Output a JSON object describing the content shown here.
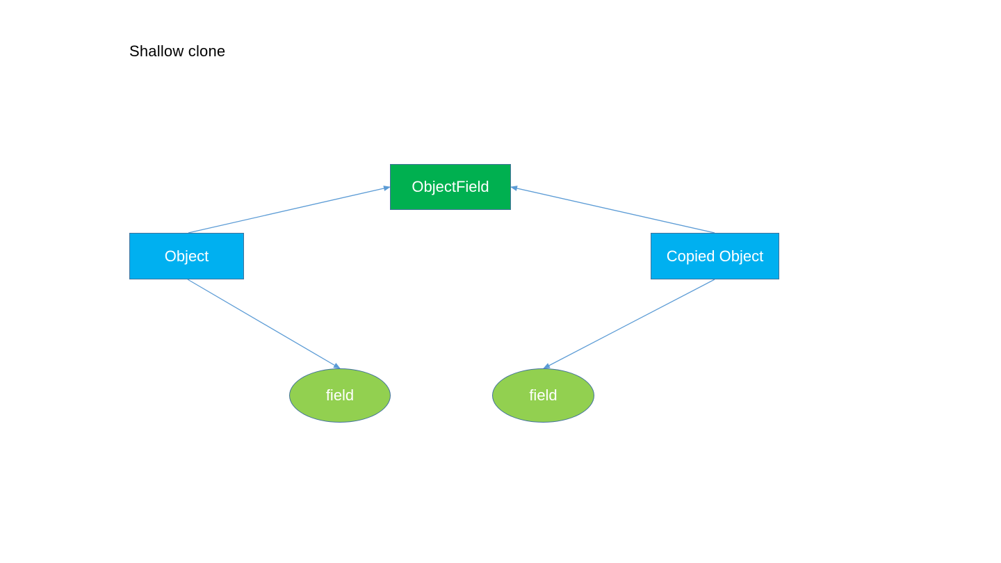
{
  "title": "Shallow clone",
  "colors": {
    "object_field_fill": "#00b050",
    "object_fill": "#00b0f0",
    "field_fill": "#92d050",
    "outline": "#41719c",
    "connector": "#5b9bd5"
  },
  "nodes": {
    "object_field": {
      "label": "ObjectField",
      "shape": "rectangle"
    },
    "object": {
      "label": "Object",
      "shape": "rectangle"
    },
    "copied_object": {
      "label": "Copied Object",
      "shape": "rectangle"
    },
    "field_left": {
      "label": "field",
      "shape": "ellipse"
    },
    "field_right": {
      "label": "field",
      "shape": "ellipse"
    }
  },
  "edges": [
    {
      "from": "Object",
      "to": "ObjectField"
    },
    {
      "from": "Copied Object",
      "to": "ObjectField"
    },
    {
      "from": "Object",
      "to": "field"
    },
    {
      "from": "Copied Object",
      "to": "field"
    }
  ]
}
